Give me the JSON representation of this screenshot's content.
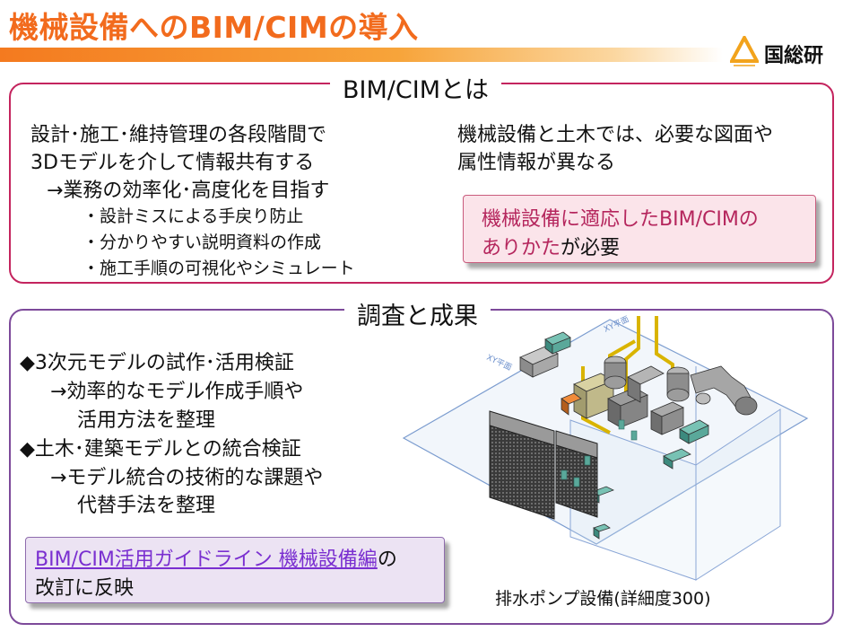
{
  "title": "機械設備へのBIM/CIMの導入",
  "org": {
    "name": "国総研",
    "logo_icon": "nilim-triangle-logo-icon"
  },
  "colors": {
    "title": "#f26b1d",
    "panel1_border": "#c4245e",
    "panel2_border": "#7d4a9a",
    "callout1_bg": "#fbe4ea",
    "callout2_bg": "#ece3f3"
  },
  "section1": {
    "heading": "BIM/CIMとは",
    "left_lines": [
      "設計･施工･維持管理の各段階間で",
      "3Dモデルを介して情報共有する",
      "→業務の効率化･高度化を目指す"
    ],
    "bullets": [
      "・設計ミスによる手戻り防止",
      "・分かりやすい説明資料の作成",
      "・施工手順の可視化やシミュレート"
    ],
    "right_lines": [
      "機械設備と土木では、必要な図面や",
      "属性情報が異なる"
    ],
    "callout": {
      "line1": "機械設備に適応したBIM/CIMの",
      "line2_highlight": "ありかた",
      "line2_rest": "が必要"
    }
  },
  "section2": {
    "heading": "調査と成果",
    "items": [
      "◆3次元モデルの試作･活用検証",
      "→効率的なモデル作成手順や",
      "活用方法を整理",
      "◆土木･建築モデルとの統合検証",
      "→モデル統合の技術的な課題や",
      "代替手法を整理"
    ],
    "callout": {
      "link_text": "BIM/CIM活用ガイドライン 機械設備編",
      "line1_rest": "の",
      "line2": "改訂に反映"
    },
    "figure": {
      "plane_label_1": "XY平面",
      "plane_label_2": "XY平面",
      "caption": "排水ポンプ設備(詳細度300)"
    }
  }
}
